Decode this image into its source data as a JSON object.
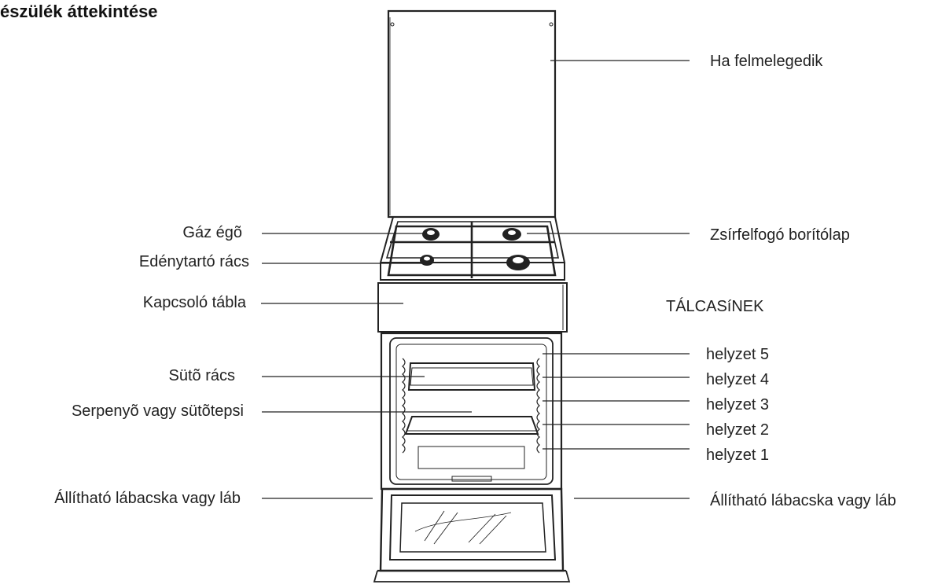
{
  "title": "észülék áttekintése",
  "labels": {
    "lid": "Ha felmelegedik",
    "burner": "Gáz égõ",
    "grease_cover": "Zsírfelfogó borítólap",
    "pan_support": "Edénytartó rács",
    "control_panel": "Kapcsoló tábla",
    "rails_title": "TÁLCASíNEK",
    "oven_rack": "Sütõ rács",
    "baking_tray": "Serpenyõ vagy sütõtepsi",
    "position_5": "helyzet 5",
    "position_4": "helyzet 4",
    "position_3": "helyzet 3",
    "position_2": "helyzet 2",
    "position_1": "helyzet 1",
    "feet_left": "Állítható lábacska vagy láb",
    "feet_right": "Állítható lábacska vagy láb"
  }
}
